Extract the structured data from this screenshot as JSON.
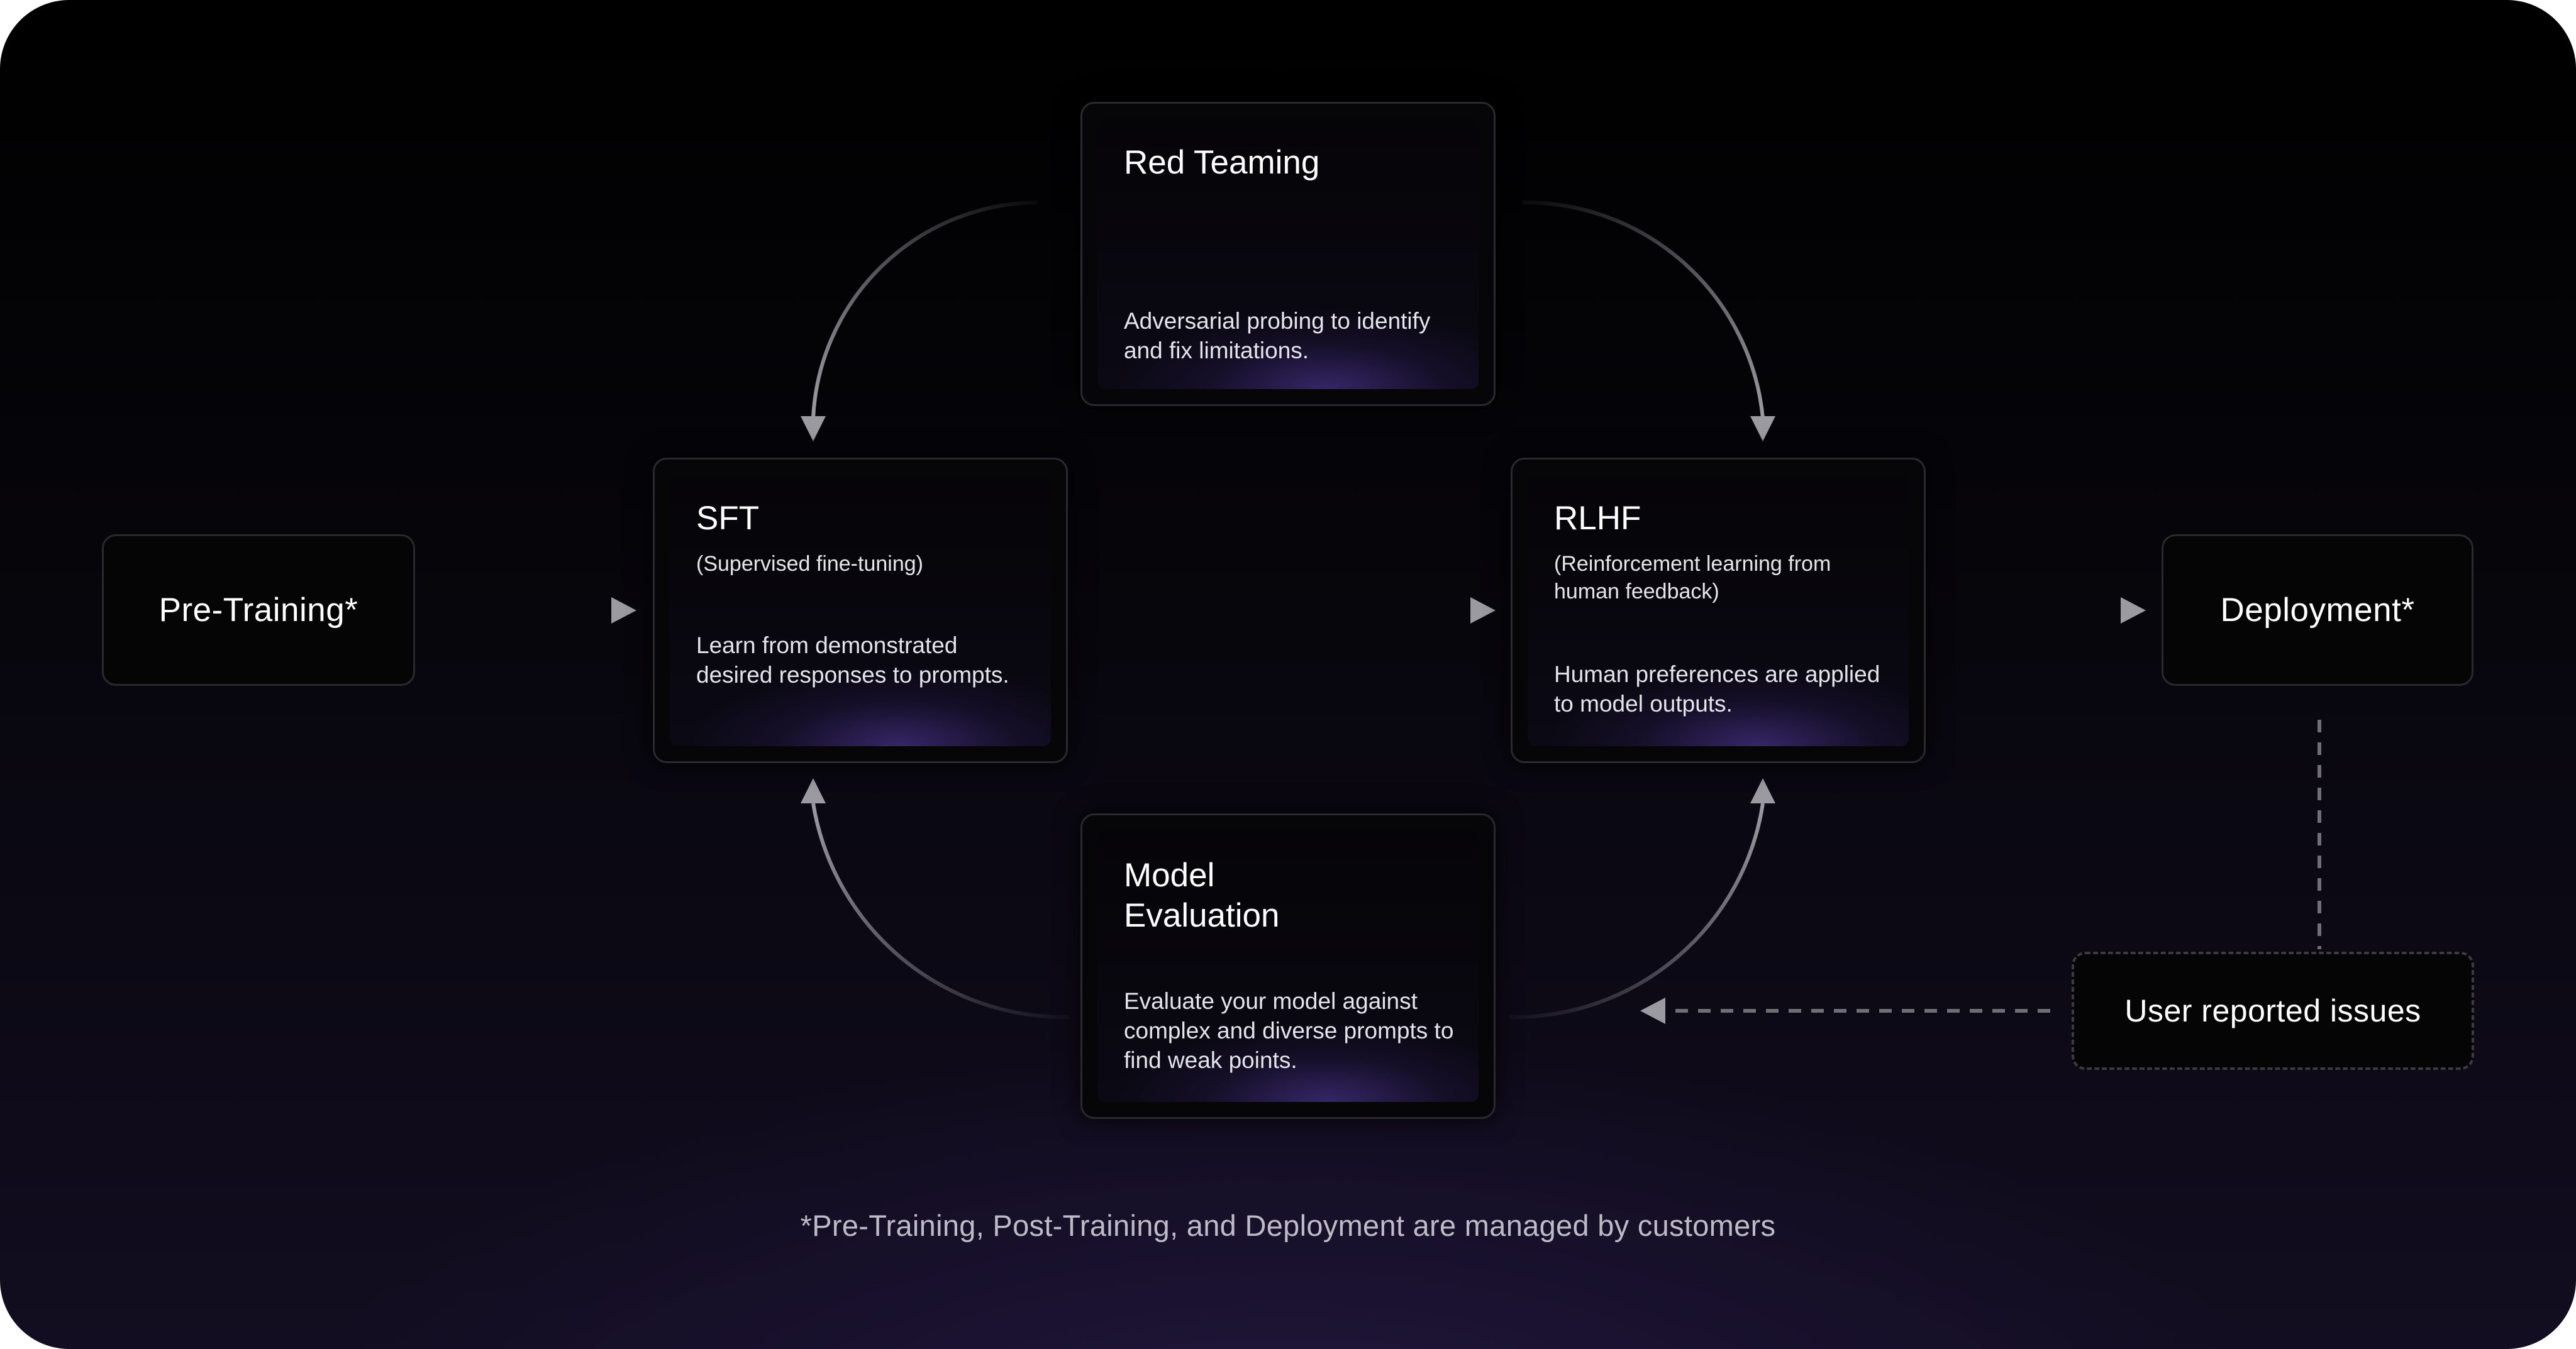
{
  "nodes": {
    "pretraining": {
      "title": "Pre-Training*"
    },
    "sft": {
      "title": "SFT",
      "subtitle": "(Supervised fine-tuning)",
      "description": "Learn from demonstrated desired responses to prompts."
    },
    "red_teaming": {
      "title": "Red Teaming",
      "description": "Adversarial probing to identify and fix limitations."
    },
    "rlhf": {
      "title": "RLHF",
      "subtitle": "(Reinforcement learning from human feedback)",
      "description": "Human preferences are applied to model outputs."
    },
    "model_evaluation": {
      "title": "Model Evaluation",
      "description": "Evaluate your model against complex and diverse prompts to find weak points."
    },
    "deployment": {
      "title": "Deployment*"
    },
    "user_reported_issues": {
      "title": "User reported issues"
    }
  },
  "edges": [
    {
      "from": "Pre-Training*",
      "to": "SFT"
    },
    {
      "from": "SFT",
      "to": "RLHF"
    },
    {
      "from": "RLHF",
      "to": "Deployment*"
    },
    {
      "from": "Red Teaming",
      "to": "SFT"
    },
    {
      "from": "Red Teaming",
      "to": "RLHF"
    },
    {
      "from": "Model Evaluation",
      "to": "SFT"
    },
    {
      "from": "Model Evaluation",
      "to": "RLHF"
    },
    {
      "from": "Deployment*",
      "to": "User reported issues",
      "style": "dashed"
    },
    {
      "from": "User reported issues",
      "to": "Model Evaluation",
      "style": "dashed"
    }
  ],
  "footnote": "*Pre-Training, Post-Training, and Deployment are managed by customers",
  "colors": {
    "background": "#000000",
    "glow": "#2a1d47",
    "card_border": "#2a2a2e",
    "arrow": "#9a9aa0",
    "text": "#ffffff"
  }
}
